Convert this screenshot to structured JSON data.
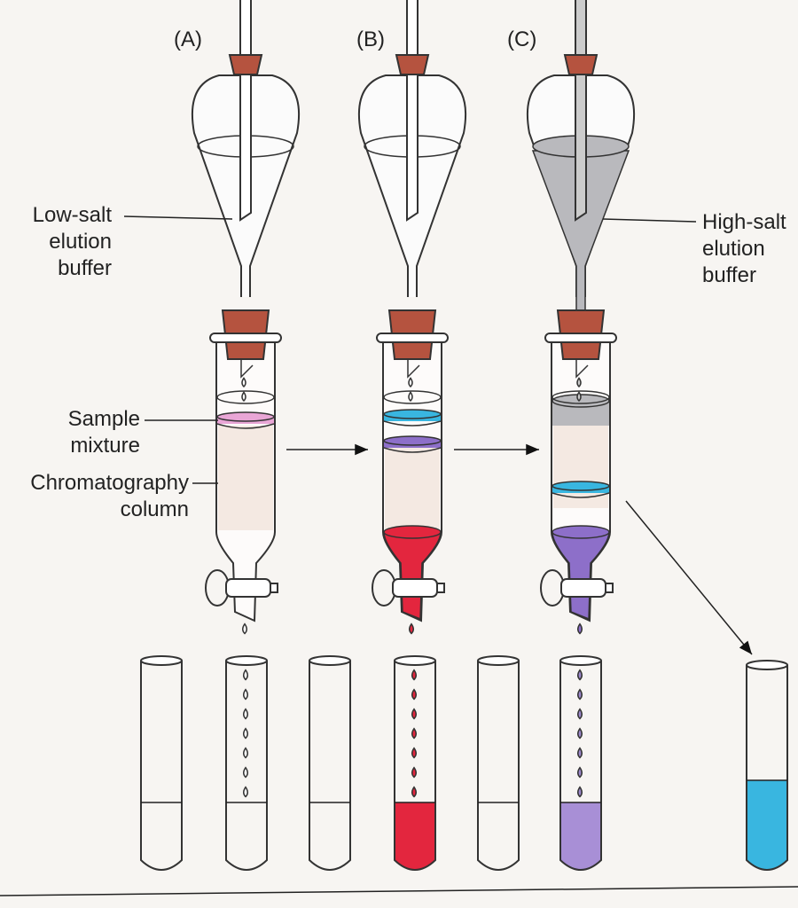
{
  "panels": [
    {
      "label": "(A)",
      "column_layers": [
        "pink"
      ],
      "outflow": "clear",
      "test_tubes": [
        "empty",
        "clear-drops"
      ]
    },
    {
      "label": "(B)",
      "column_layers": [
        "blue",
        "purple"
      ],
      "outflow": "red",
      "test_tubes": [
        "empty",
        "red"
      ]
    },
    {
      "label": "(C)",
      "column_layers": [
        "gray",
        "blue"
      ],
      "outflow": "purple",
      "test_tubes": [
        "empty",
        "purple",
        "blue"
      ]
    }
  ],
  "labels": {
    "low_salt": [
      "Low-salt",
      "elution",
      "buffer"
    ],
    "high_salt": [
      "High-salt",
      "elution",
      "buffer"
    ],
    "sample": [
      "Sample",
      "mixture"
    ],
    "column": [
      "Chromatography",
      "column"
    ]
  },
  "colors": {
    "stopper": "#b5533f",
    "pink": "#e9a6d6",
    "blue": "#39b6e0",
    "purple": "#8d6fc9",
    "red": "#e3263e",
    "gray": "#b9b9bd",
    "resin": "#f4e9e2",
    "outline": "#333333"
  }
}
